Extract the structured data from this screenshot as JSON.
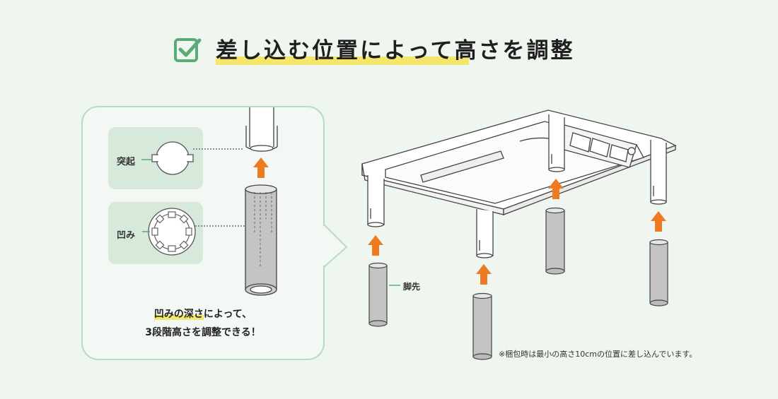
{
  "header": {
    "title": "差し込む位置によって高さを調整",
    "check_icon": "checkbox-check-icon"
  },
  "panel": {
    "protrusion_label": "突起",
    "recess_label": "凹み",
    "caption_highlight": "凹みの深さ",
    "caption_line1_rest": "によって、",
    "caption_line2": "3段階高さを調整できる！"
  },
  "main": {
    "foot_label": "脚先",
    "note": "※梱包時は最小の高さ10cmの位置に差し込んでいます。"
  },
  "colors": {
    "background": "#eef6ef",
    "accent_green": "#5bab76",
    "arrow_orange": "#ee7a22",
    "highlight_yellow": "#f3e66a",
    "panel_border": "#b7dcc0"
  }
}
